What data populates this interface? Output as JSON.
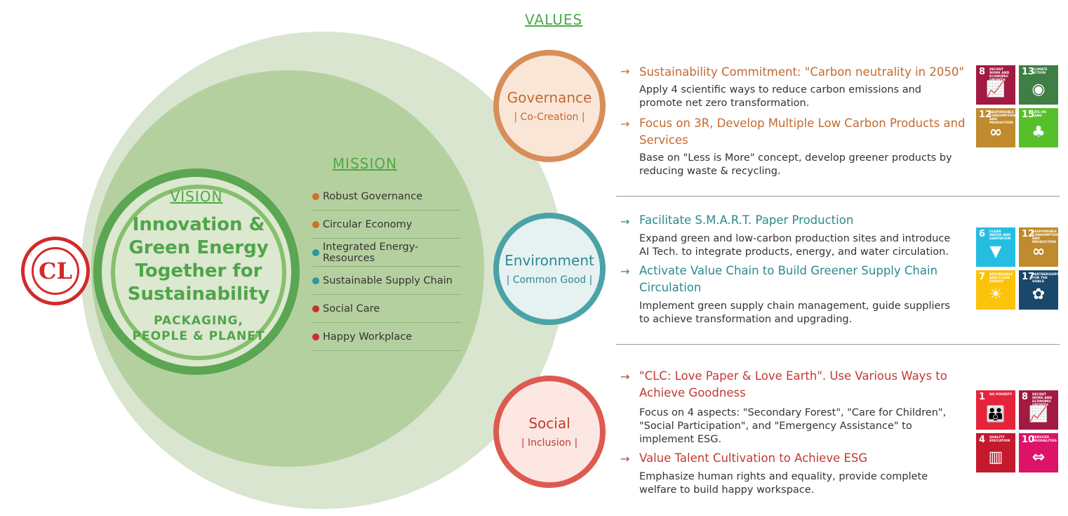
{
  "vision": {
    "title": "VISION",
    "text": "Innovation & Green Energy Together for Sustainability",
    "subtitle": "PACKAGING, PEOPLE & PLANET"
  },
  "mission": {
    "title": "MISSION",
    "items": [
      {
        "label": "Robust Governance",
        "color": "#d0712d"
      },
      {
        "label": "Circular Economy",
        "color": "#d0712d"
      },
      {
        "label": "Integrated Energy-Resources",
        "color": "#2a9a9c"
      },
      {
        "label": "Sustainable Supply Chain",
        "color": "#2a9a9c"
      },
      {
        "label": "Social Care",
        "color": "#c9302c"
      },
      {
        "label": "Happy Workplace",
        "color": "#c9302c"
      }
    ]
  },
  "values": {
    "title": "VALUES",
    "governance": {
      "name": "Governance",
      "sub": "| Co-Creation |"
    },
    "environment": {
      "name": "Environment",
      "sub": "| Common Good |"
    },
    "social": {
      "name": "Social",
      "sub": "| Inclusion |"
    }
  },
  "details": {
    "gov1_head": "Sustainability Commitment: \"Carbon neutrality in 2050\"",
    "gov1_body": "Apply 4 scientific ways to reduce carbon emissions and promote net zero transformation.",
    "gov2_head": "Focus on 3R, Develop Multiple Low Carbon Products and Services",
    "gov2_body": "Base on \"Less is More\" concept, develop greener products by reducing waste & recycling.",
    "env1_head": "Facilitate S.M.A.R.T. Paper Production",
    "env1_body": "Expand green and low-carbon production sites and introduce AI Tech. to integrate products, energy, and water circulation.",
    "env2_head": "Activate Value Chain to Build Greener Supply Chain Circulation",
    "env2_body": "Implement green supply chain management, guide suppliers to achieve transformation and upgrading.",
    "soc1_head": "\"CLC: Love Paper & Love Earth\". Use  Various Ways to Achieve Goodness",
    "soc1_body": "Focus on 4 aspects: \"Secondary Forest\", \"Care for Children\", \"Social Participation\", and \"Emergency Assistance\" to implement ESG.",
    "soc2_head": "Value Talent Cultivation to Achieve ESG",
    "soc2_body": "Emphasize human rights and equality, provide complete welfare to build happy workspace.",
    "arrow": "→"
  },
  "colors": {
    "governance": "#c4692e",
    "environment": "#2c8a8f",
    "social": "#c23a31"
  },
  "sdgs": {
    "gov": [
      {
        "num": "8",
        "label": "DECENT WORK AND ECONOMIC GROWTH",
        "color": "#a21942",
        "icon": "chart-up-icon",
        "glyph": "📈"
      },
      {
        "num": "13",
        "label": "CLIMATE ACTION",
        "color": "#3f7e44",
        "icon": "eye-globe-icon",
        "glyph": "◉"
      },
      {
        "num": "12",
        "label": "RESPONSIBLE CONSUMPTION AND PRODUCTION",
        "color": "#bf8b2e",
        "icon": "infinity-icon",
        "glyph": "∞"
      },
      {
        "num": "15",
        "label": "LIFE ON LAND",
        "color": "#56c02b",
        "icon": "tree-icon",
        "glyph": "♣"
      }
    ],
    "env": [
      {
        "num": "6",
        "label": "CLEAN WATER AND SANITATION",
        "color": "#26bde2",
        "icon": "water-drop-icon",
        "glyph": "▼"
      },
      {
        "num": "12",
        "label": "RESPONSIBLE CONSUMPTION AND PRODUCTION",
        "color": "#bf8b2e",
        "icon": "infinity-icon",
        "glyph": "∞"
      },
      {
        "num": "7",
        "label": "AFFORDABLE AND CLEAN ENERGY",
        "color": "#fcc30b",
        "icon": "sun-icon",
        "glyph": "☀"
      },
      {
        "num": "17",
        "label": "PARTNERSHIPS FOR THE GOALS",
        "color": "#19486a",
        "icon": "flower-icon",
        "glyph": "✿"
      }
    ],
    "soc": [
      {
        "num": "1",
        "label": "NO POVERTY",
        "color": "#e5243b",
        "icon": "family-icon",
        "glyph": "👪"
      },
      {
        "num": "8",
        "label": "DECENT WORK AND ECONOMIC GROWTH",
        "color": "#a21942",
        "icon": "chart-up-icon",
        "glyph": "📈"
      },
      {
        "num": "4",
        "label": "QUALITY EDUCATION",
        "color": "#c5192d",
        "icon": "book-icon",
        "glyph": "▥"
      },
      {
        "num": "10",
        "label": "REDUCED INEQUALITIES",
        "color": "#dd1367",
        "icon": "equality-icon",
        "glyph": "⇔"
      }
    ]
  }
}
